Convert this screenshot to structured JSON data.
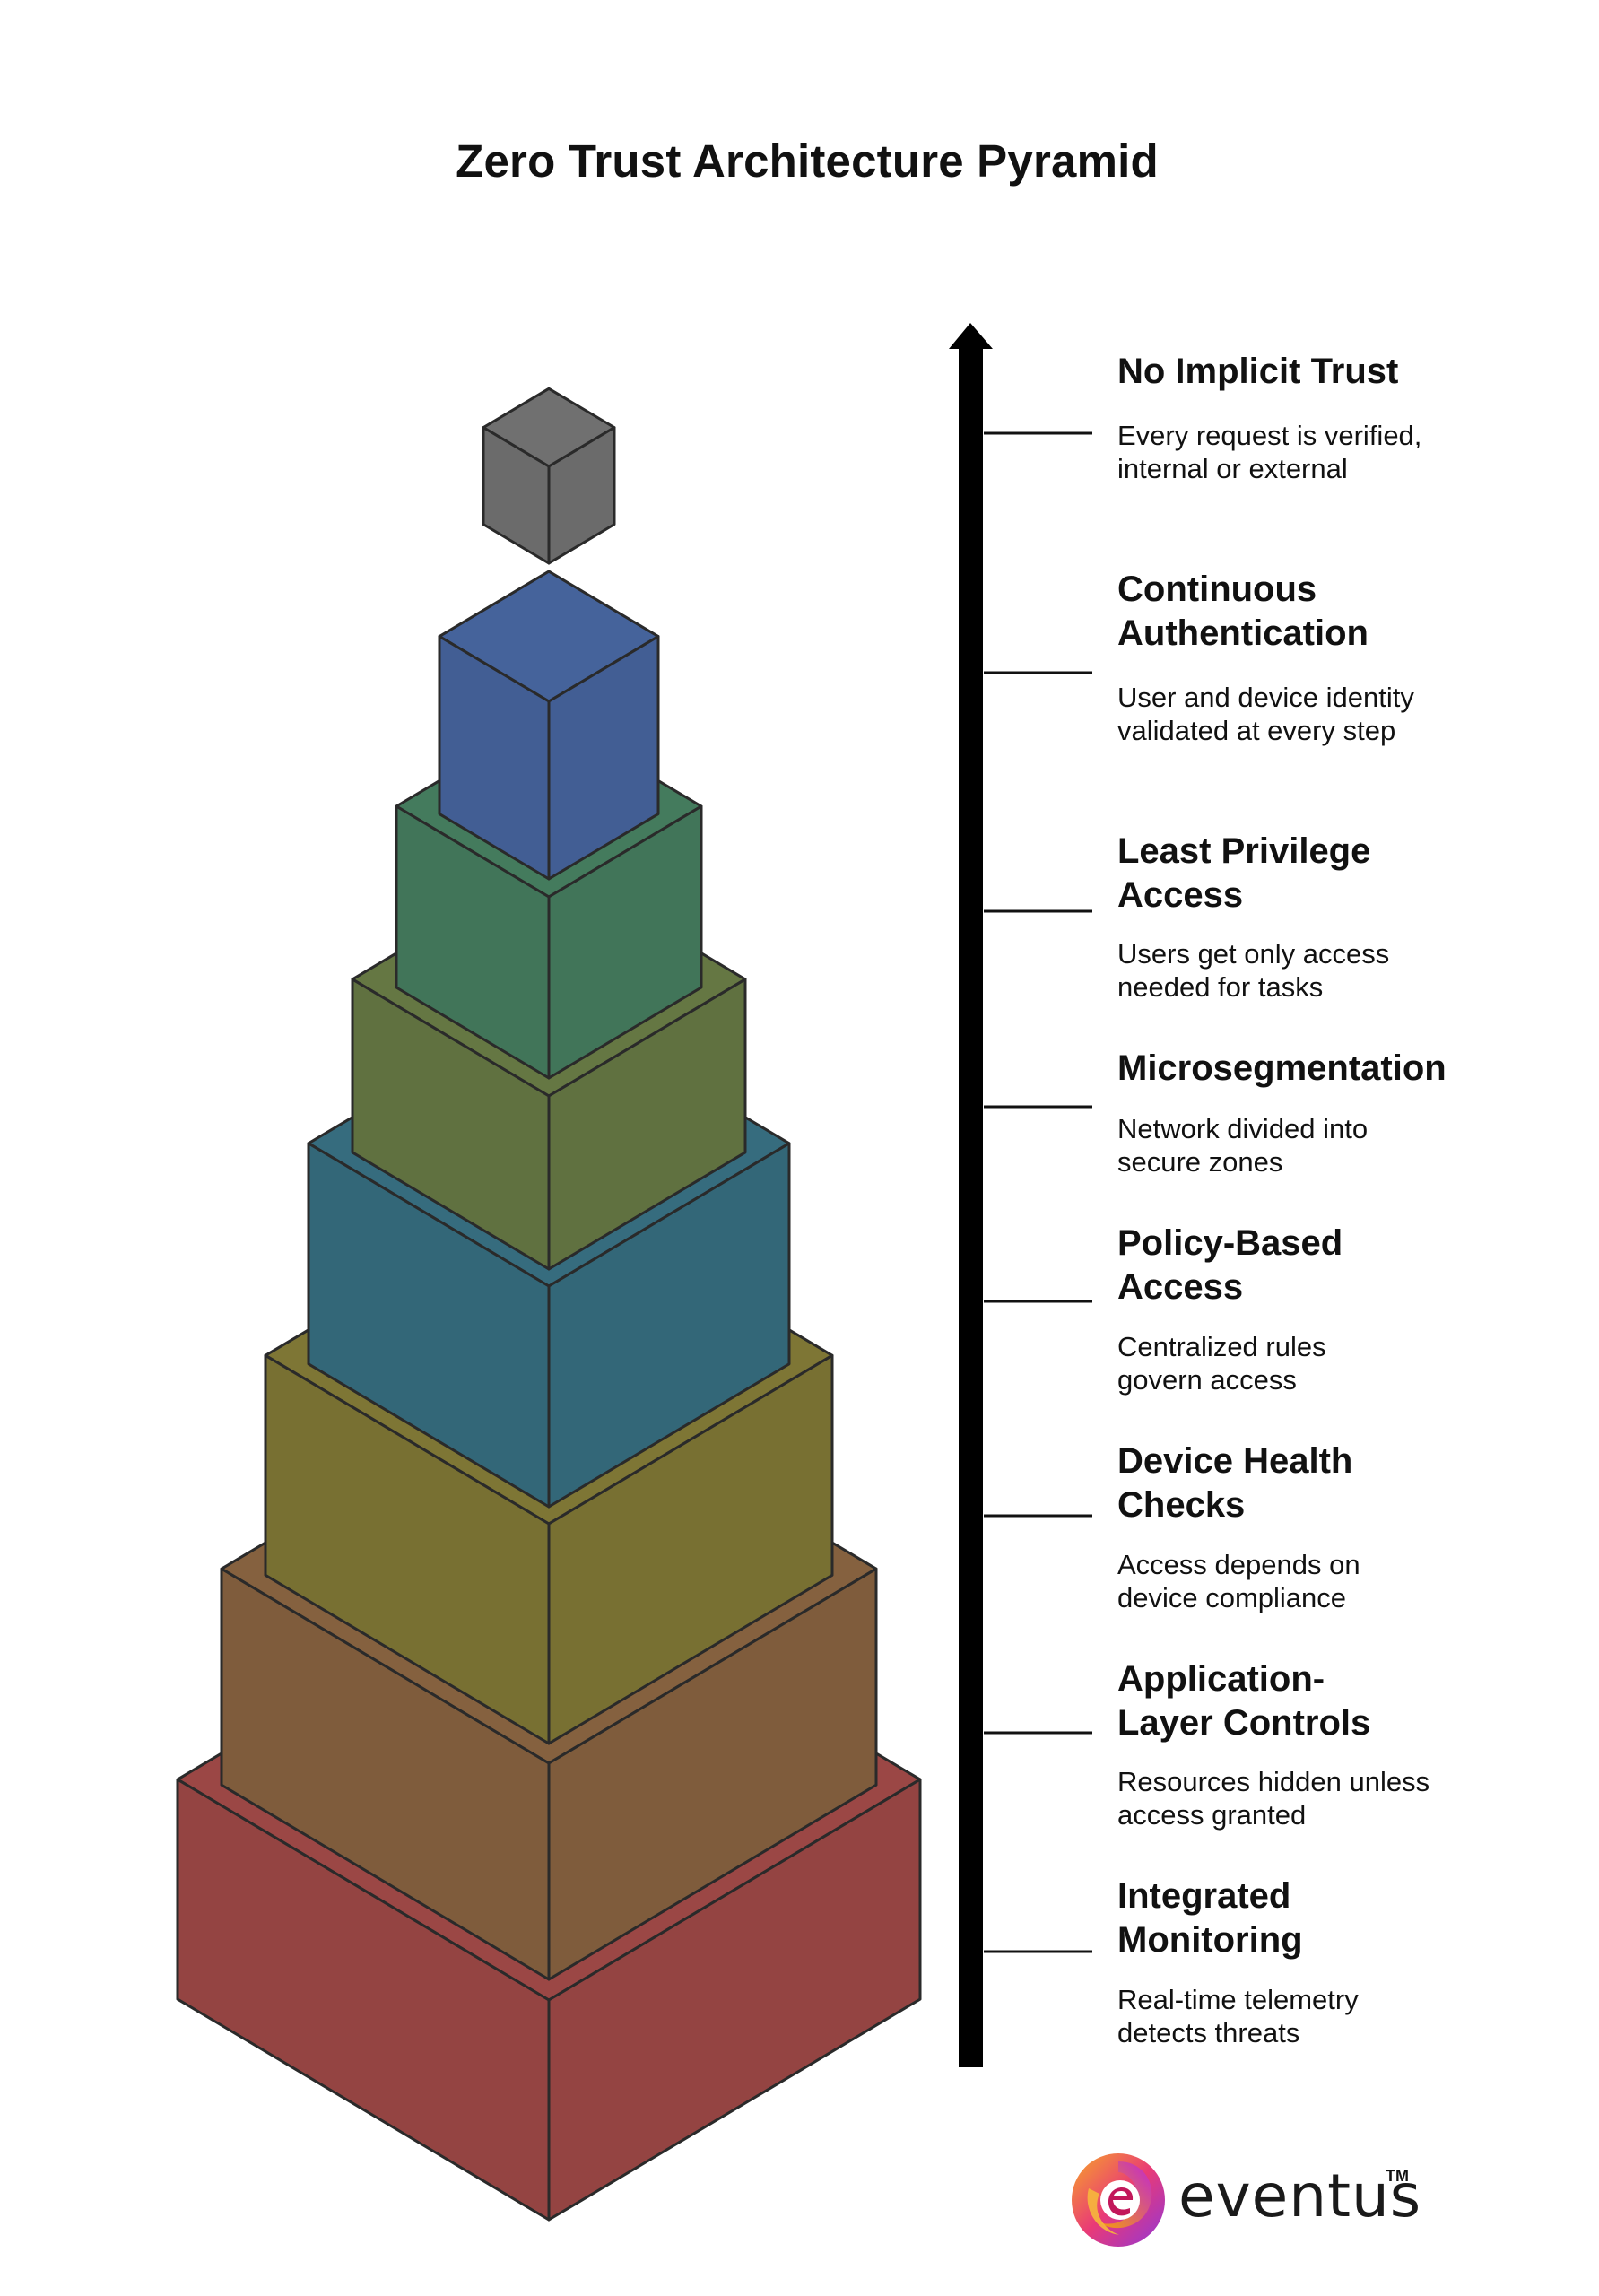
{
  "title": "Zero Trust Architecture Pyramid",
  "colors": {
    "block_colors": [
      "#944442",
      "#7f5c3c",
      "#787032",
      "#336778",
      "#607140",
      "#417559",
      "#425e94",
      "#6b6b6b"
    ],
    "stroke": "#2a2a2a",
    "arrow": "#000000"
  },
  "layers": [
    {
      "title": "No Implicit Trust",
      "desc": "Every request is verified, internal or external"
    },
    {
      "title": "Continuous Authentication",
      "desc": "User and device identity validated at every step"
    },
    {
      "title": "Least Privilege Access",
      "desc": "Users get only access needed for tasks"
    },
    {
      "title": "Microsegmentation",
      "desc": "Network divided into secure zones"
    },
    {
      "title": "Policy-Based Access",
      "desc": "Centralized rules govern access"
    },
    {
      "title": "Device Health Checks",
      "desc": "Access depends on device compliance"
    },
    {
      "title": "Application-Layer Controls",
      "desc": "Resources hidden unless access granted"
    },
    {
      "title": "Integrated Monitoring",
      "desc": "Real-time telemetry detects threats"
    }
  ],
  "brand": {
    "name": "eventus",
    "tm": "TM",
    "icon": "swirl-logo-icon"
  }
}
